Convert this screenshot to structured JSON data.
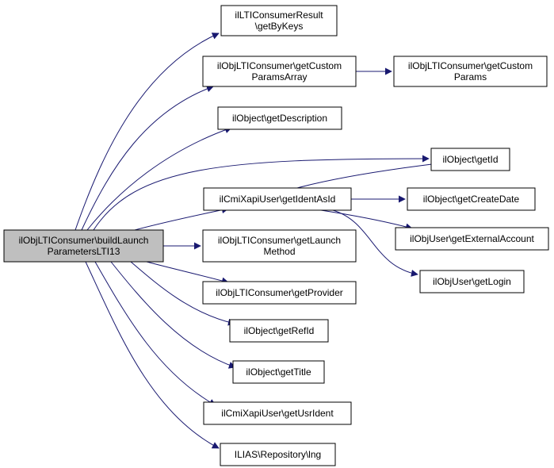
{
  "diagram": {
    "colors": {
      "edge": "#191970",
      "node_border": "#000000",
      "node_fill": "#ffffff",
      "root_fill": "#bfbfbf",
      "text": "#000000"
    },
    "nodes": [
      {
        "id": "root",
        "lines": [
          "ilObjLTIConsumer\\buildLaunch",
          "ParametersLTI13"
        ],
        "root": true
      },
      {
        "id": "n_result_getbykeys",
        "lines": [
          "ilLTIConsumerResult",
          "\\getByKeys"
        ]
      },
      {
        "id": "n_getcustomparamsarray",
        "lines": [
          "ilObjLTIConsumer\\getCustom",
          "ParamsArray"
        ]
      },
      {
        "id": "n_getcustomparams",
        "lines": [
          "ilObjLTIConsumer\\getCustom",
          "Params"
        ]
      },
      {
        "id": "n_getdescription",
        "lines": [
          "ilObject\\getDescription"
        ]
      },
      {
        "id": "n_getid",
        "lines": [
          "ilObject\\getId"
        ]
      },
      {
        "id": "n_getidentasid",
        "lines": [
          "ilCmiXapiUser\\getIdentAsId"
        ]
      },
      {
        "id": "n_getcreatedate",
        "lines": [
          "ilObject\\getCreateDate"
        ]
      },
      {
        "id": "n_getexternalaccount",
        "lines": [
          "ilObjUser\\getExternalAccount"
        ]
      },
      {
        "id": "n_getlogin",
        "lines": [
          "ilObjUser\\getLogin"
        ]
      },
      {
        "id": "n_getlaunchmethod",
        "lines": [
          "ilObjLTIConsumer\\getLaunch",
          "Method"
        ]
      },
      {
        "id": "n_getprovider",
        "lines": [
          "ilObjLTIConsumer\\getProvider"
        ]
      },
      {
        "id": "n_getrefid",
        "lines": [
          "ilObject\\getRefId"
        ]
      },
      {
        "id": "n_gettitle",
        "lines": [
          "ilObject\\getTitle"
        ]
      },
      {
        "id": "n_getusrident",
        "lines": [
          "ilCmiXapiUser\\getUsrIdent"
        ]
      },
      {
        "id": "n_lng",
        "lines": [
          "ILIAS\\Repository\\lng"
        ]
      }
    ],
    "edges": [
      {
        "from": "root",
        "to": "n_result_getbykeys"
      },
      {
        "from": "root",
        "to": "n_getcustomparamsarray"
      },
      {
        "from": "n_getcustomparamsarray",
        "to": "n_getcustomparams"
      },
      {
        "from": "root",
        "to": "n_getdescription"
      },
      {
        "from": "root",
        "to": "n_getid"
      },
      {
        "from": "root",
        "to": "n_getidentasid"
      },
      {
        "from": "n_getidentasid",
        "to": "n_getid"
      },
      {
        "from": "n_getidentasid",
        "to": "n_getcreatedate"
      },
      {
        "from": "n_getidentasid",
        "to": "n_getexternalaccount"
      },
      {
        "from": "n_getidentasid",
        "to": "n_getlogin"
      },
      {
        "from": "root",
        "to": "n_getlaunchmethod"
      },
      {
        "from": "root",
        "to": "n_getprovider"
      },
      {
        "from": "root",
        "to": "n_getrefid"
      },
      {
        "from": "root",
        "to": "n_gettitle"
      },
      {
        "from": "root",
        "to": "n_getusrident"
      },
      {
        "from": "root",
        "to": "n_lng"
      }
    ]
  }
}
